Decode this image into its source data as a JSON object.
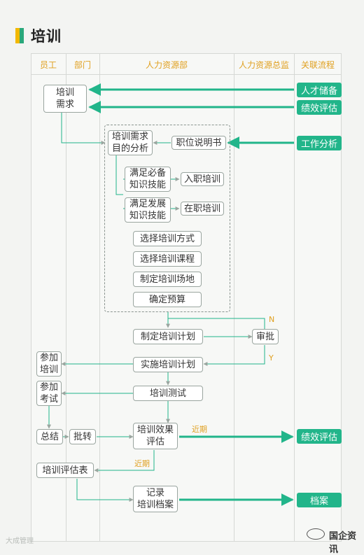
{
  "title": "培训",
  "columns": [
    "员工",
    "部门",
    "人力资源部",
    "人力资源总监",
    "关联流程"
  ],
  "boxes": {
    "training_need": "培训\n需求",
    "need_analysis": "培训需求\n目的分析",
    "job_description": "职位说明书",
    "basic_skills": "满足必备\n知识技能",
    "onboarding": "入职培训",
    "advanced_skills": "满足发展\n知识技能",
    "onjob": "在职培训",
    "choose_method": "选择培训方式",
    "choose_course": "选择培训课程",
    "set_venue": "制定培训场地",
    "set_budget": "确定预算",
    "make_plan": "制定培训计划",
    "approve": "审批",
    "join_training": "参加\n培训",
    "implement_plan": "实施培训计划",
    "join_exam": "参加\n考试",
    "training_test": "培训测试",
    "summary": "总结",
    "forward": "批转",
    "effect_eval": "培训效果\n评估",
    "eval_form": "培训评估表",
    "record_archive": "记录\n培训档案"
  },
  "related": {
    "talent_reserve": "人才储备",
    "performance_1": "绩效评估",
    "job_analysis": "工作分析",
    "performance_2": "绩效评估",
    "archive": "档案"
  },
  "labels": {
    "no": "N",
    "yes": "Y",
    "near_term_1": "近期",
    "near_term_2": "近期"
  },
  "watermark_left": "大成管理",
  "watermark_right": "国企资讯",
  "colors": {
    "accent_green": "#22b58a",
    "header_orange": "#e0a020",
    "title_yellow": "#f2b800"
  }
}
